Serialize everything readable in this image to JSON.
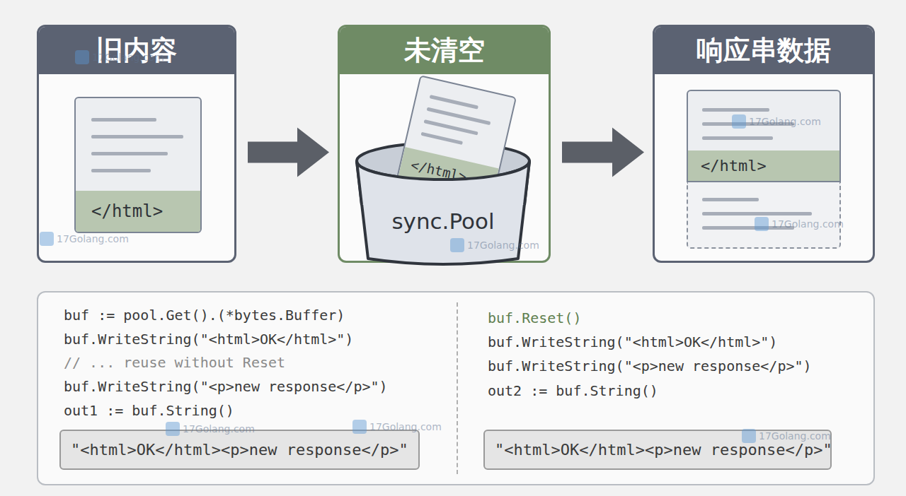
{
  "diagram": {
    "nodes": [
      {
        "text": [
          "旧内容"
        ]
      },
      {
        "text": [
          "</html>"
        ],
        "in": 0
      },
      {
        "text": [
          "未清空"
        ]
      },
      {
        "text": [
          "sync.Pool"
        ],
        "in": 2
      },
      {
        "text": [
          "</html>"
        ],
        "in": 2
      },
      {
        "text": [
          "响应串数据"
        ]
      },
      {
        "text": [
          "</html>"
        ],
        "in": 5
      },
      {
        "text": [
          "buf := pool.Get().(*bytes.Buffer)",
          "buf.WriteString(\"<html>OK</html>\")",
          "// ... reuse without Reset",
          "buf.WriteString(\"<p>new response</p>\")",
          "out1 := buf.String()",
          "buf.Reset()",
          "buf.WriteString(\"<html>OK</html>\")",
          "buf.WriteString(\"<p>new response</p>\")",
          "out2 := buf.String()"
        ]
      },
      {
        "text": [
          "\"<html>OK</html><p>new response</p>\""
        ],
        "in": 7
      },
      {
        "text": [
          "\"<html>OK</html><p>new response</p>\""
        ],
        "in": 7
      }
    ],
    "edges": [
      {
        "from": 0,
        "to": 2,
        "arrow": "to"
      },
      {
        "from": 2,
        "to": 5,
        "arrow": "to"
      }
    ],
    "labels": [
      "17Golang.com",
      "17Golang.com",
      "17Golang.com",
      "17Golang.com",
      "17Golang.com",
      "17Golang.com",
      "17Golang.com",
      "17Golang.com"
    ]
  }
}
